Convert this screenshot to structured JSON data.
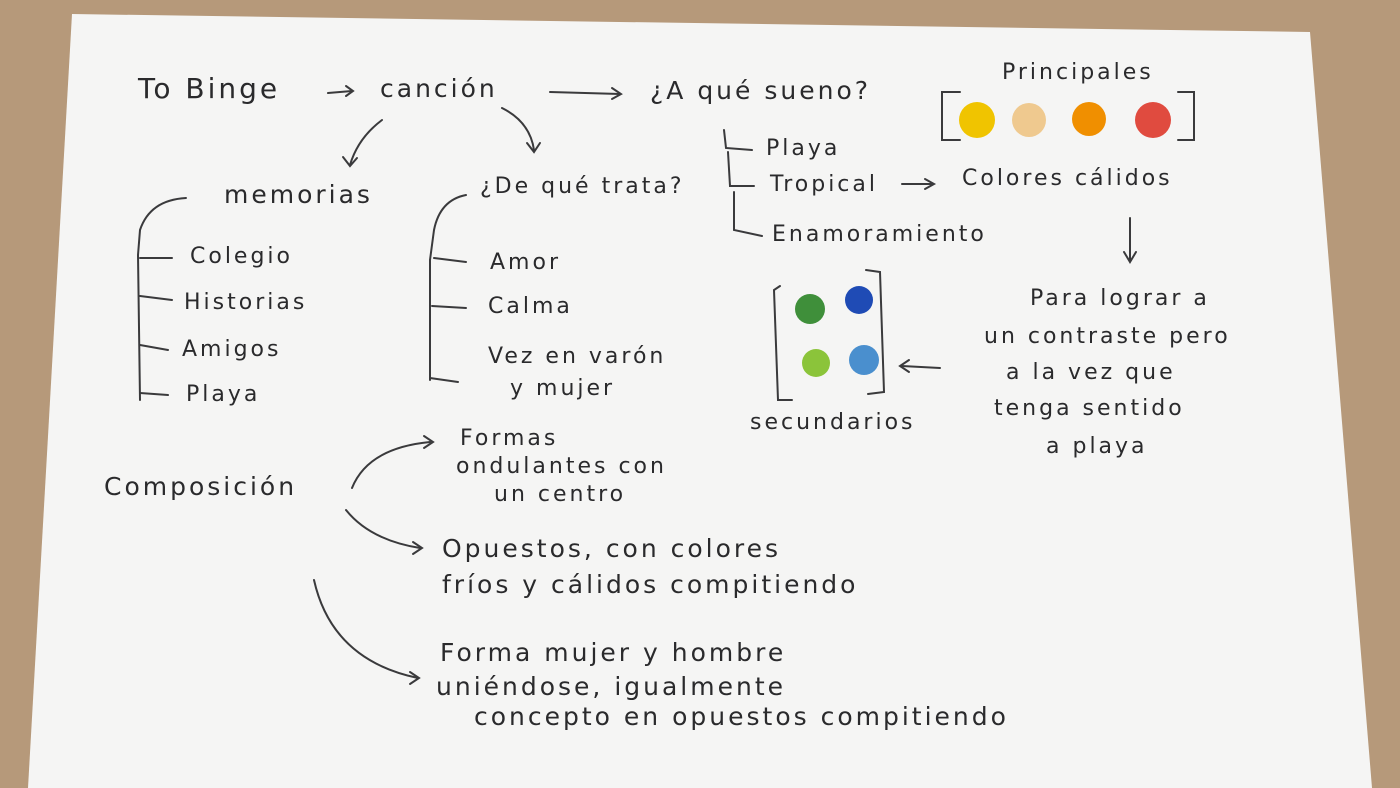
{
  "colors": {
    "board": "#b6997a",
    "paper": "#f5f5f4",
    "ink": "#2a2a2c",
    "primary_dots": [
      "#f0c400",
      "#efc98f",
      "#f08f00",
      "#e04b3f"
    ],
    "secondary_dots": [
      "#3f8f3a",
      "#1f4bb5",
      "#8bc43a",
      "#4a8fce"
    ]
  },
  "notes": {
    "title": "To Binge",
    "cancion": "canción",
    "question_dream": "¿A qué sueno?",
    "principales": "Principales",
    "memorias": "memorias",
    "memorias_items": [
      "Colegio",
      "Historias",
      "Amigos",
      "Playa"
    ],
    "question_trata": "¿De qué trata?",
    "trata_items": [
      "Amor",
      "Calma",
      "Vez en varón",
      "y mujer"
    ],
    "dream_items": [
      "Playa",
      "Tropical",
      "Enamoramiento"
    ],
    "colores_calidos": "Colores cálidos",
    "secundarios": "secundarios",
    "contraste_lines": [
      "Para lograr a",
      "un contraste pero",
      "a la vez que",
      "tenga sentido",
      "a playa"
    ],
    "composicion": "Composición",
    "formas_lines": [
      "Formas",
      "ondulantes con",
      "un centro"
    ],
    "opuestos_lines": [
      "Opuestos, con colores",
      "fríos y cálidos compitiendo"
    ],
    "forma_lines": [
      "Forma mujer y hombre",
      "uniéndose, igualmente",
      "concepto en opuestos compitiendo"
    ]
  }
}
